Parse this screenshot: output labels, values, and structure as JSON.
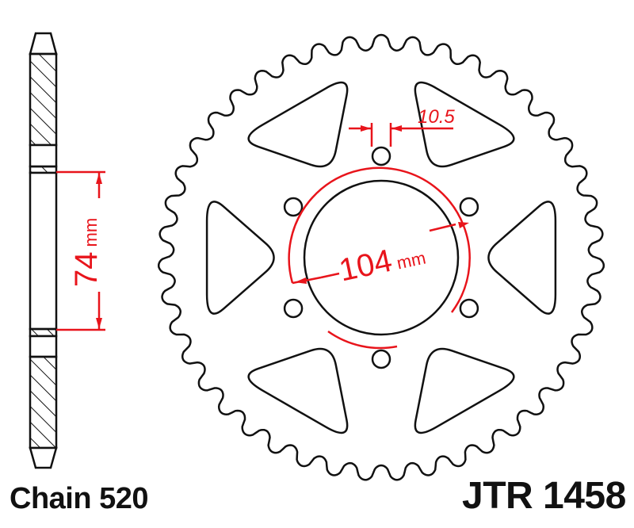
{
  "labels": {
    "chain": "Chain 520",
    "part_number": "JTR 1458"
  },
  "dimensions": {
    "bolt_circle": {
      "value": "104",
      "unit": "mm"
    },
    "bolt_hole": {
      "value": "10.5"
    },
    "thickness_offset": {
      "value": "74",
      "unit": "mm"
    }
  },
  "sprocket": {
    "teeth": 43,
    "bolt_holes": 6,
    "lightening_cutouts": 6
  },
  "colors": {
    "line": "#111111",
    "dimension": "#e8141b",
    "background": "#ffffff"
  }
}
